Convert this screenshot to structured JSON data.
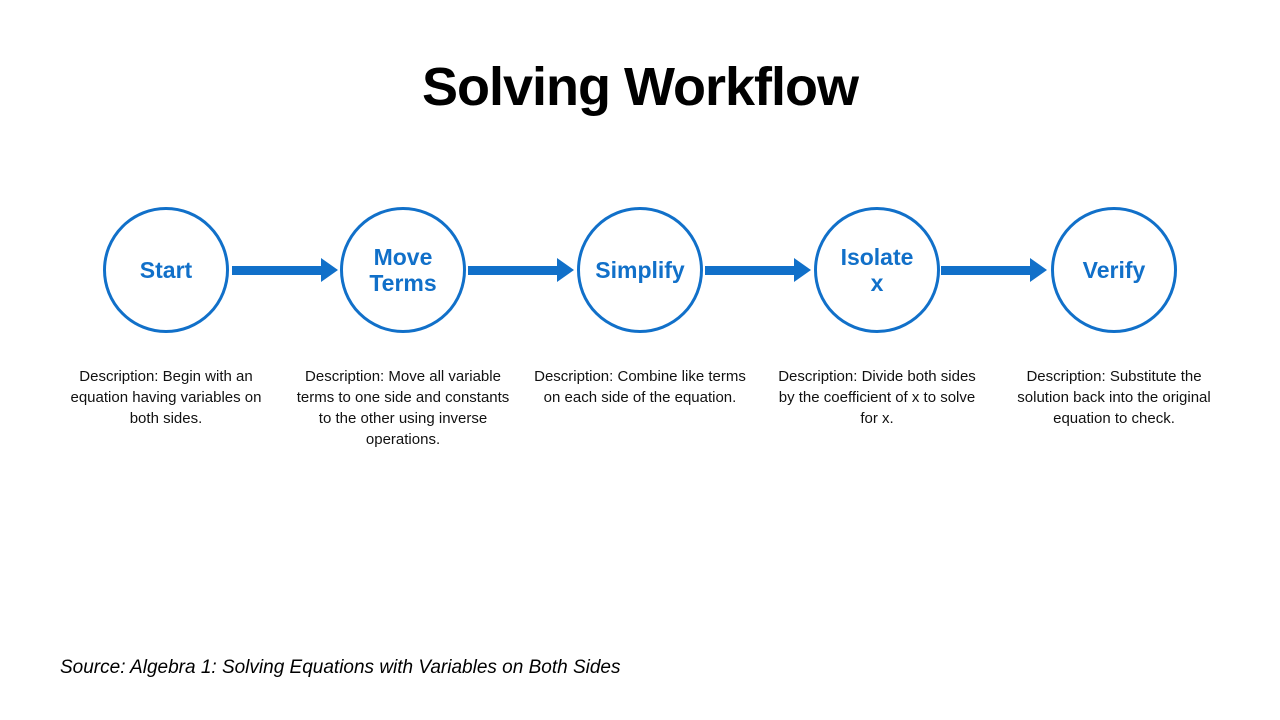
{
  "title": "Solving Workflow",
  "source": "Source: Algebra 1: Solving Equations with Variables on Both Sides",
  "colors": {
    "accent": "#1170C9",
    "text": "#000000",
    "background": "#FFFFFF"
  },
  "steps": [
    {
      "label": "Start",
      "description": "Description: Begin with an equation having variables on both sides."
    },
    {
      "label": "Move Terms",
      "description": "Description: Move all variable terms to one side and constants to the other using inverse operations."
    },
    {
      "label": "Simplify",
      "description": "Description: Combine like terms on each side of the equation."
    },
    {
      "label": "Isolate x",
      "description": "Description: Divide both sides by the coefficient of x to solve for x."
    },
    {
      "label": "Verify",
      "description": "Description: Substitute the solution back into the original equation to check."
    }
  ]
}
